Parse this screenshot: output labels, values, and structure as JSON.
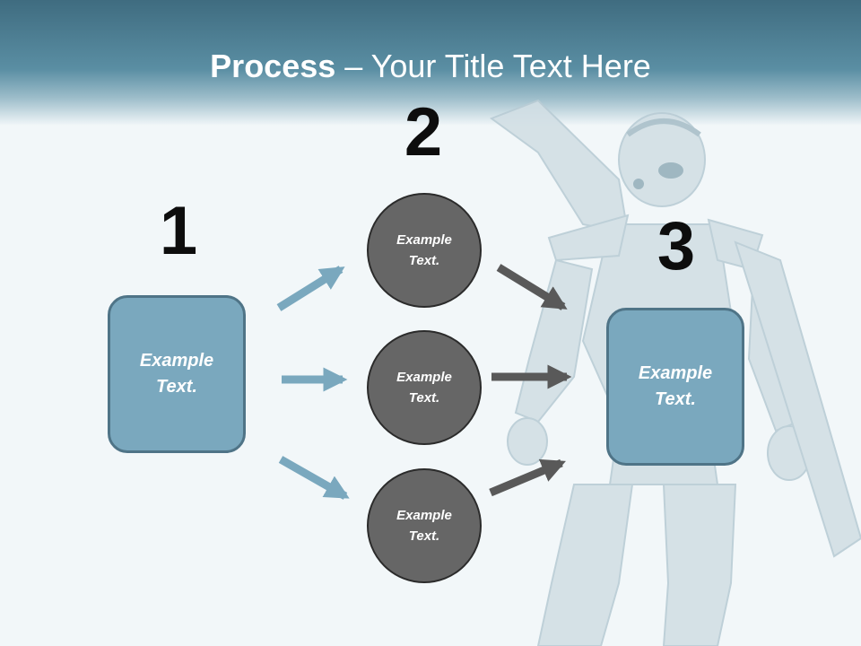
{
  "slide": {
    "title_bold": "Process",
    "title_rest": " – Your Title Text Here"
  },
  "steps": [
    {
      "number": "1"
    },
    {
      "number": "2"
    },
    {
      "number": "3"
    }
  ],
  "left_box": {
    "line1": "Example",
    "line2": "Text."
  },
  "circles": [
    {
      "line1": "Example",
      "line2": "Text."
    },
    {
      "line1": "Example",
      "line2": "Text."
    },
    {
      "line1": "Example",
      "line2": "Text."
    }
  ],
  "right_box": {
    "line1": "Example",
    "line2": "Text."
  },
  "colors": {
    "header": "#4a7a8e",
    "box_fill": "#7aa8be",
    "circle_fill": "#666666",
    "arrow_blue": "#7aa8be",
    "arrow_dark": "#595959"
  }
}
